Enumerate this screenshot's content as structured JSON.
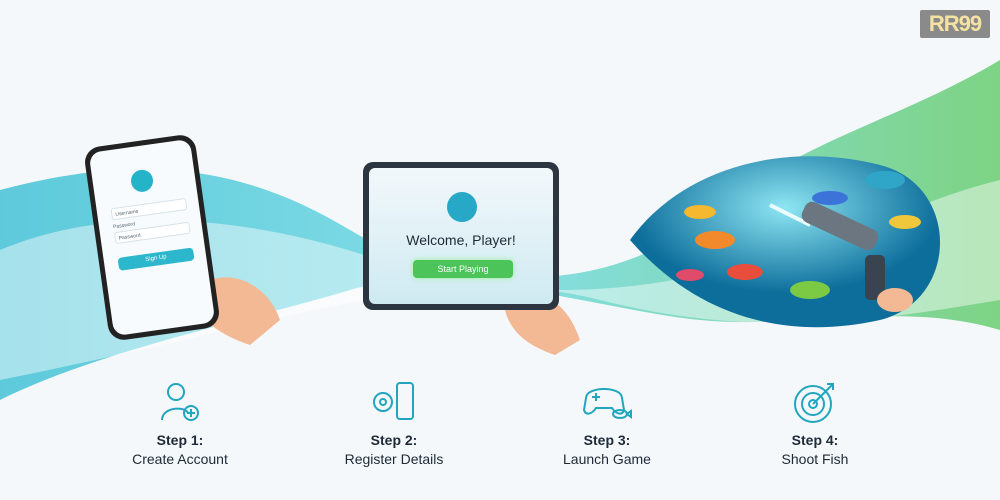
{
  "logo": "RR99",
  "phone": {
    "username_placeholder": "Username",
    "password_label": "Password",
    "password_placeholder": "Password",
    "signup_label": "Sign Up"
  },
  "tablet": {
    "welcome": "Welcome, Player!",
    "start_label": "Start Playing"
  },
  "steps": [
    {
      "title": "Step 1:",
      "desc": "Create Account",
      "icon": "user-add-icon"
    },
    {
      "title": "Step 2:",
      "desc": "Register Details",
      "icon": "gear-phone-icon"
    },
    {
      "title": "Step 3:",
      "desc": "Launch Game",
      "icon": "gamepad-fish-icon"
    },
    {
      "title": "Step 4:",
      "desc": "Shoot Fish",
      "icon": "target-icon"
    }
  ],
  "colors": {
    "teal": "#22b3c9",
    "green": "#4cc45a",
    "dark": "#1e2a36"
  }
}
